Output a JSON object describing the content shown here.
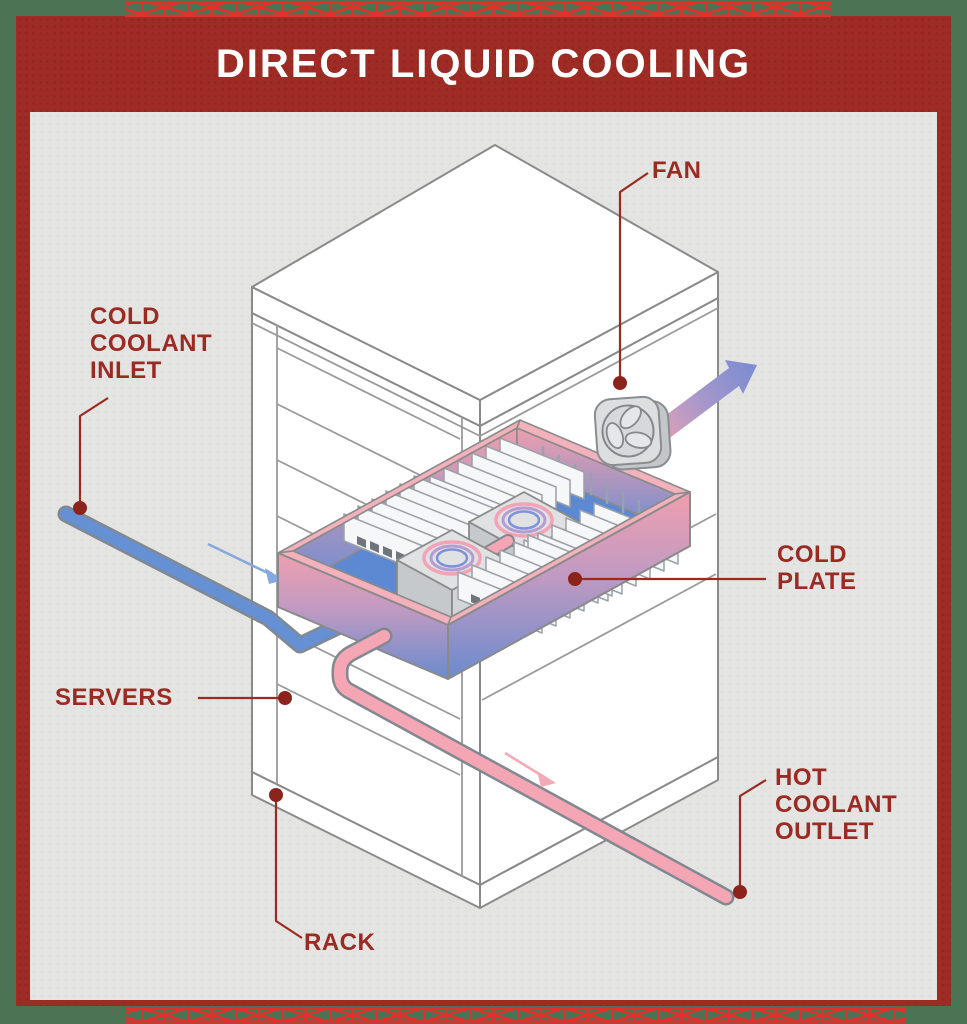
{
  "title": "DIRECT LIQUID COOLING",
  "labels": {
    "fan": "FAN",
    "cold_coolant_inlet": "COLD\nCOOLANT\nINLET",
    "cold_plate": "COLD\nPLATE",
    "servers": "SERVERS",
    "hot_coolant_outlet": "HOT\nCOOLANT\nOUTLET",
    "rack": "RACK"
  },
  "icons": {
    "fan": "fan-blades-icon",
    "airflow": "arrow-up-right-icon",
    "coolant_flow_in": "arrow-down-right-icon",
    "coolant_flow_out": "arrow-down-right-icon"
  },
  "colors": {
    "page_background": "#4d7355",
    "card_red": "#9e2b24",
    "truss_red": "#e2302a",
    "content_gray": "#e4e5e3",
    "label_red": "#9b2a22",
    "cold_blue": "#6590d3",
    "hot_pink": "#f4a6b4",
    "tray_floor_blue": "#5c89d1",
    "gradient_pink": "#ef9fae",
    "gradient_blue": "#6b8bce",
    "outline_gray": "#8a8a8a",
    "white": "#ffffff"
  }
}
